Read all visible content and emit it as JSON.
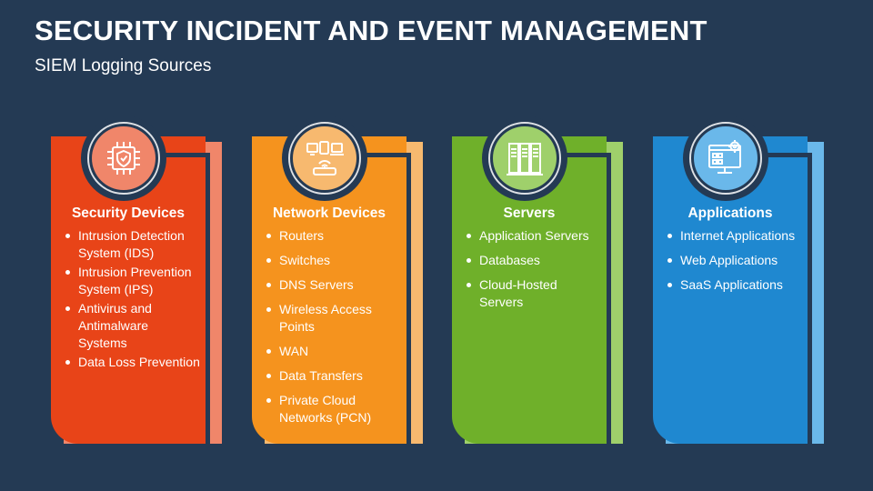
{
  "title": "SECURITY INCIDENT AND EVENT MANAGEMENT",
  "subtitle": "SIEM Logging Sources",
  "colors": {
    "background": "#243a54",
    "security": "#e84418",
    "security_light": "#f0866a",
    "network": "#f5931e",
    "network_light": "#f7b96f",
    "servers": "#6fb02a",
    "servers_light": "#9fd06b",
    "applications": "#1f88d0",
    "applications_light": "#6ab8ea"
  },
  "cards": [
    {
      "title": "Security Devices",
      "icon": "security-chip-icon",
      "items": [
        "Intrusion Detection System (IDS)",
        "Intrusion Prevention System (IPS)",
        "Antivirus and Antimalware Systems",
        "Data Loss Prevention"
      ]
    },
    {
      "title": "Network Devices",
      "icon": "network-devices-icon",
      "items": [
        "Routers",
        "Switches",
        "DNS Servers",
        "Wireless Access Points",
        "WAN",
        "Data Transfers",
        "Private Cloud Networks (PCN)"
      ]
    },
    {
      "title": "Servers",
      "icon": "server-rack-icon",
      "items": [
        "Application Servers",
        "Databases",
        "Cloud-Hosted Servers"
      ]
    },
    {
      "title": "Applications",
      "icon": "app-monitor-gear-icon",
      "items": [
        "Internet Applications",
        "Web Applications",
        "SaaS Applications"
      ]
    }
  ]
}
